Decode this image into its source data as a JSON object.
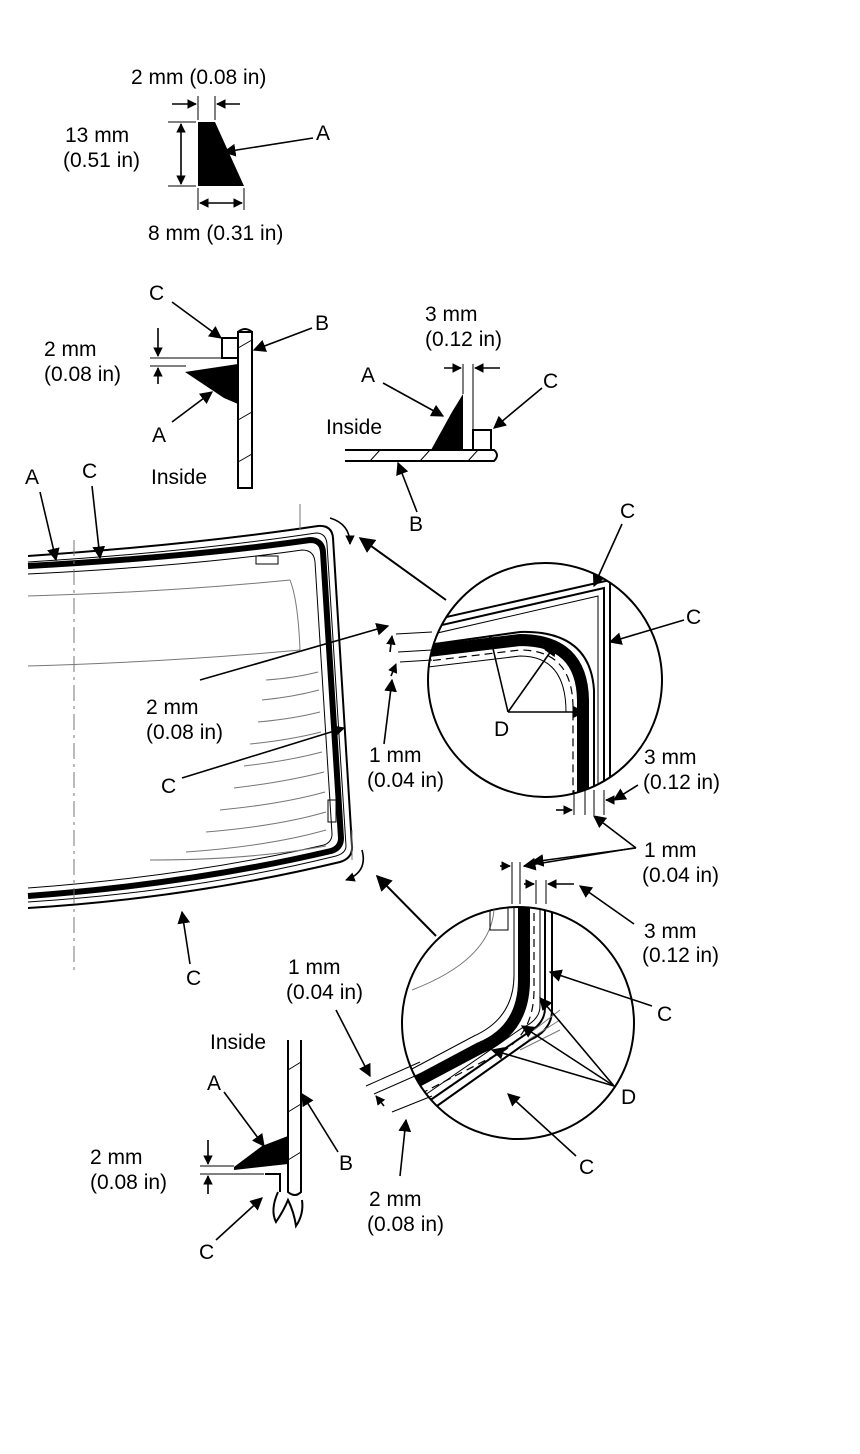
{
  "labels": {
    "A": "A",
    "B": "B",
    "C": "C",
    "D": "D",
    "inside": "Inside"
  },
  "dims": {
    "mm2": "2 mm",
    "in008": "(0.08 in)",
    "mm2_in008": "2 mm (0.08 in)",
    "mm13": "13 mm",
    "in051": "(0.51 in)",
    "mm8_in031": "8 mm (0.31 in)",
    "mm3": "3 mm",
    "in012": "(0.12 in)",
    "mm1": "1 mm",
    "in004": "(0.04 in)"
  }
}
